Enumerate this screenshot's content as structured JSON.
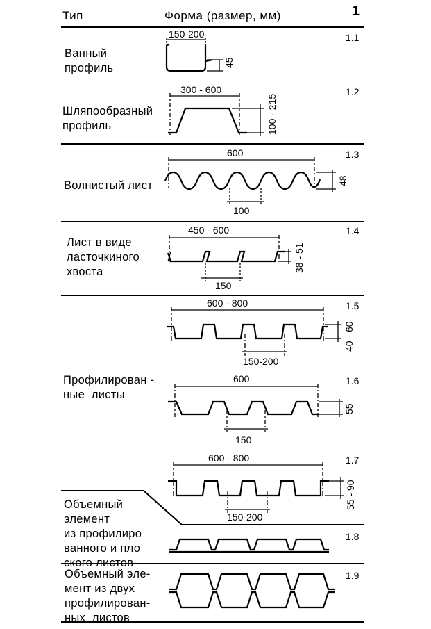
{
  "figure_number": "1",
  "header": {
    "type_col": "Тип",
    "form_col": "Форма   (размер, мм)"
  },
  "rows": [
    {
      "num": "1.1",
      "label": "Ванный\nпрофиль",
      "dims": [
        "150-200",
        "45"
      ]
    },
    {
      "num": "1.2",
      "label": "Шляпообразный\nпрофиль",
      "dims": [
        "300 - 600",
        "100 - 215"
      ]
    },
    {
      "num": "1.3",
      "label": "Волнистый лист",
      "dims": [
        "600",
        "48",
        "100"
      ]
    },
    {
      "num": "1.4",
      "label": "Лист в виде\nласточкиного\nхвоста",
      "dims": [
        "450 - 600",
        "38 - 51",
        "150"
      ]
    },
    {
      "num": "1.5",
      "label": "",
      "dims": [
        "600 - 800",
        "40 - 60",
        "150-200"
      ]
    },
    {
      "num": "1.6",
      "label": "Профилирован -\nные  листы",
      "dims": [
        "600",
        "55",
        "150"
      ]
    },
    {
      "num": "1.7",
      "label": "",
      "dims": [
        "600  -  800",
        "55 - 90",
        "150-200"
      ]
    },
    {
      "num": "1.8",
      "label": "Объемный\nэлемент\nиз профилиро\nванного и пло\nского листов",
      "dims": []
    },
    {
      "num": "1.9",
      "label": "Объемный эле-\nмент из двух\nпрофилирован-\nных  листов",
      "dims": []
    }
  ]
}
